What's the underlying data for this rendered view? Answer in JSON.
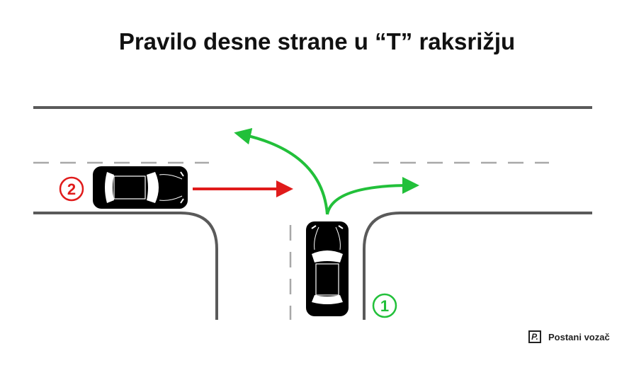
{
  "title": "Pravilo desne strane u “T” raksrižju",
  "markers": {
    "car_1": "1",
    "car_2": "2"
  },
  "colors": {
    "red": "#e01b1b",
    "green": "#22c03a",
    "road": "#5a5a5a",
    "dash": "#a8a8a8"
  },
  "brand": {
    "logo": "P.",
    "name": "Postani vozač"
  }
}
